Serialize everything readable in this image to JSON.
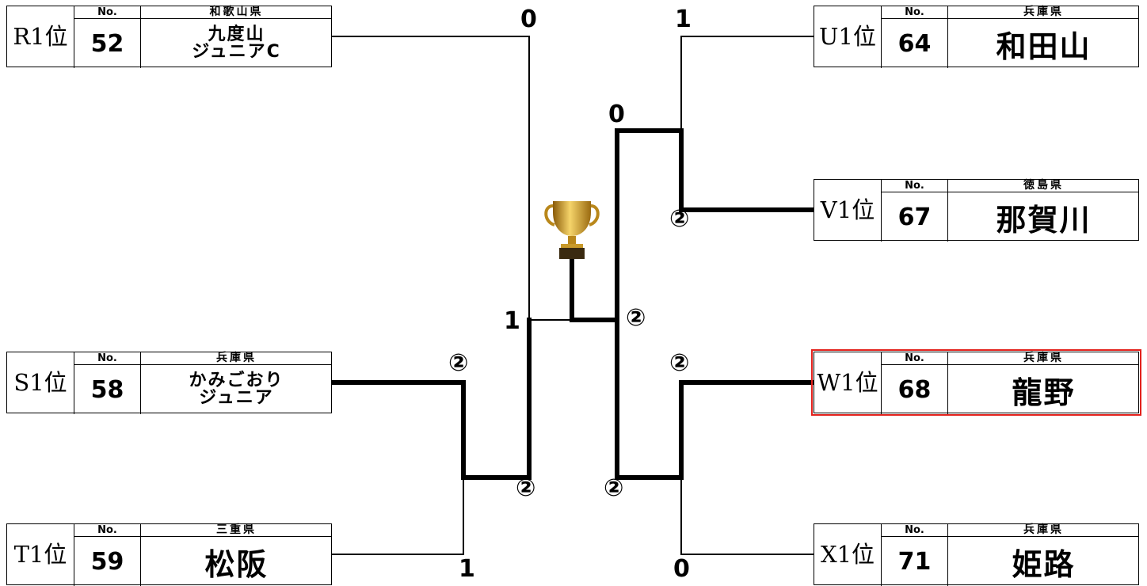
{
  "teams": [
    {
      "slot": "R1",
      "rank": "R1位",
      "no_label": "No.",
      "number": "52",
      "prefecture": "和歌山県",
      "name": "九度山\nジュニアC",
      "name_size": "small"
    },
    {
      "slot": "S1",
      "rank": "S1位",
      "no_label": "No.",
      "number": "58",
      "prefecture": "兵庫県",
      "name": "かみごおり\nジュニア",
      "name_size": "small"
    },
    {
      "slot": "T1",
      "rank": "T1位",
      "no_label": "No.",
      "number": "59",
      "prefecture": "三重県",
      "name": "松阪",
      "name_size": "big"
    },
    {
      "slot": "U1",
      "rank": "U1位",
      "no_label": "No.",
      "number": "64",
      "prefecture": "兵庫県",
      "name": "和田山",
      "name_size": "big"
    },
    {
      "slot": "V1",
      "rank": "V1位",
      "no_label": "No.",
      "number": "67",
      "prefecture": "徳島県",
      "name": "那賀川",
      "name_size": "big"
    },
    {
      "slot": "W1",
      "rank": "W1位",
      "no_label": "No.",
      "number": "68",
      "prefecture": "兵庫県",
      "name": "龍野",
      "name_size": "big",
      "highlighted": true
    },
    {
      "slot": "X1",
      "rank": "X1位",
      "no_label": "No.",
      "number": "71",
      "prefecture": "兵庫県",
      "name": "姫路",
      "name_size": "big"
    }
  ],
  "scores": {
    "r1_vs_st": "0",
    "s1_vs_t1": "②",
    "t1_vs_s1": "1",
    "st_vs_r1": "②",
    "left_final": "1",
    "u1_vs_v1": "1",
    "v1_vs_u1": "②",
    "uv_vs_wx": "0",
    "w1_vs_x1": "②",
    "x1_vs_w1": "0",
    "wx_vs_uv": "②",
    "right_final": "②"
  },
  "colors": {
    "highlight": "#e3211c",
    "line": "#000000",
    "trophy_gold": "#d9a21b"
  },
  "icons": {
    "trophy": "trophy-icon"
  }
}
